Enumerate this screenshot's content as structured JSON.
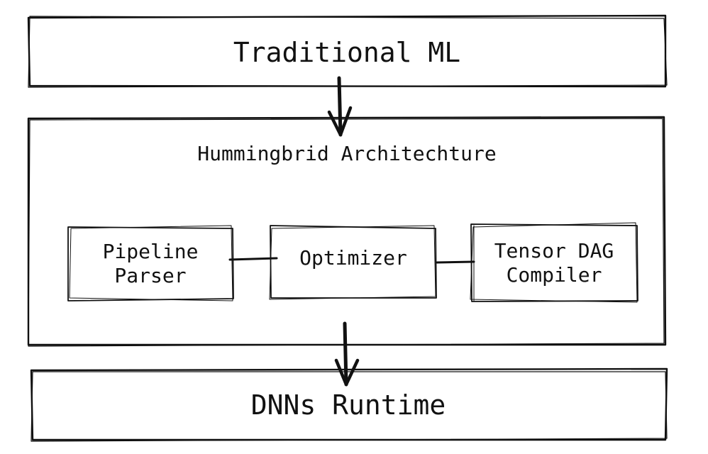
{
  "top_box": {
    "label": "Traditional ML"
  },
  "architecture": {
    "title": "Hummingbrid Architechture",
    "components": [
      {
        "line1": "Pipeline",
        "line2": "Parser"
      },
      {
        "line1": "Optimizer"
      },
      {
        "line1": "Tensor DAG",
        "line2": "Compiler"
      }
    ]
  },
  "bottom_box": {
    "label": "DNNs Runtime"
  },
  "colors": {
    "stroke": "#111111",
    "background": "#ffffff"
  }
}
